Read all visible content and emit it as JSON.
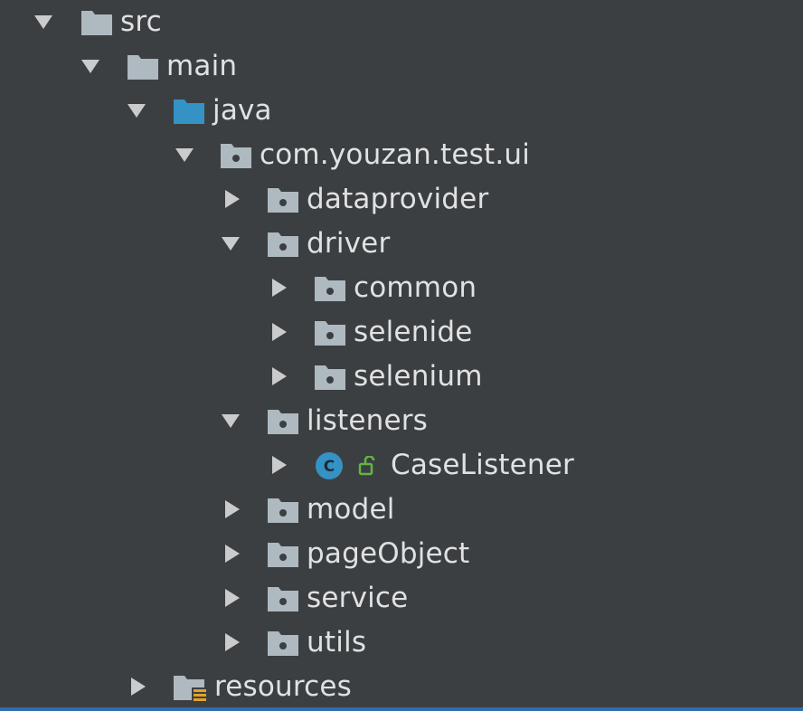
{
  "tree": {
    "items": [
      {
        "label": "src",
        "state": "expanded",
        "icon": "folder-icon"
      },
      {
        "label": "main",
        "state": "expanded",
        "icon": "folder-icon"
      },
      {
        "label": "java",
        "state": "expanded",
        "icon": "source-root-folder-icon"
      },
      {
        "label": "com.youzan.test.ui",
        "state": "expanded",
        "icon": "package-icon"
      },
      {
        "label": "dataprovider",
        "state": "collapsed",
        "icon": "package-icon"
      },
      {
        "label": "driver",
        "state": "expanded",
        "icon": "package-icon"
      },
      {
        "label": "common",
        "state": "collapsed",
        "icon": "package-icon"
      },
      {
        "label": "selenide",
        "state": "collapsed",
        "icon": "package-icon"
      },
      {
        "label": "selenium",
        "state": "collapsed",
        "icon": "package-icon"
      },
      {
        "label": "listeners",
        "state": "expanded",
        "icon": "package-icon"
      },
      {
        "label": "CaseListener",
        "state": "collapsed",
        "icon": "class-icon",
        "class_letter": "C"
      },
      {
        "label": "model",
        "state": "collapsed",
        "icon": "package-icon"
      },
      {
        "label": "pageObject",
        "state": "collapsed",
        "icon": "package-icon"
      },
      {
        "label": "service",
        "state": "collapsed",
        "icon": "package-icon"
      },
      {
        "label": "utils",
        "state": "collapsed",
        "icon": "package-icon"
      },
      {
        "label": "resources",
        "state": "collapsed",
        "icon": "resources-folder-icon"
      }
    ]
  },
  "colors": {
    "background": "#3c3f41",
    "text": "#dfe1e3",
    "arrow": "#c9cbcd",
    "folder": "#aeb9c0",
    "source_folder": "#3592c4",
    "class_circle": "#3592c4",
    "lock": "#62b543",
    "resources_badge": "#e2a32b",
    "selection_bar": "#2e6db4"
  }
}
